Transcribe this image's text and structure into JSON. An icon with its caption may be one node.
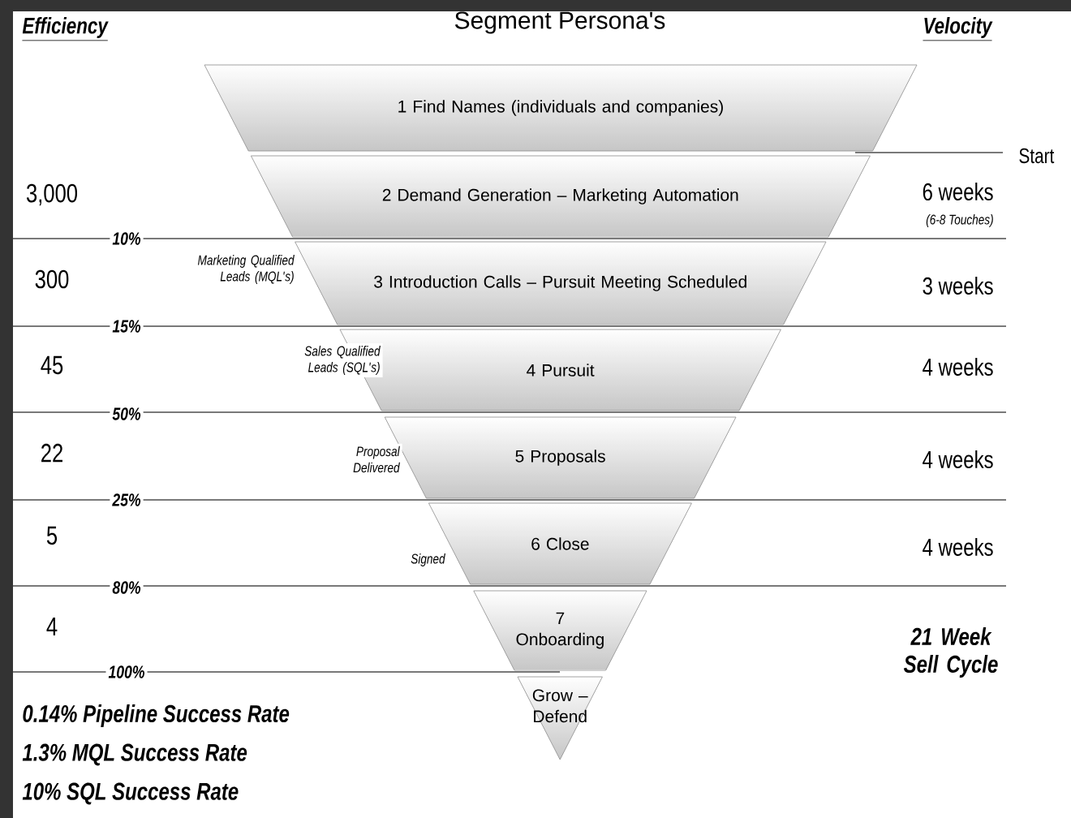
{
  "diagram": {
    "title": "Segment Persona's",
    "nodes": [
      {
        "text": [
          "1 Find Names (individuals and companies)"
        ]
      },
      {
        "text": [
          "2 Demand Generation – Marketing Automation"
        ]
      },
      {
        "text": [
          "3 Introduction Calls – Pursuit Meeting Scheduled"
        ]
      },
      {
        "text": [
          "4 Pursuit"
        ]
      },
      {
        "text": [
          "5 Proposals"
        ]
      },
      {
        "text": [
          "6 Close"
        ]
      },
      {
        "text": [
          "7 Onboarding"
        ]
      },
      {
        "text": [
          "Grow – Defend"
        ]
      }
    ],
    "labels": [
      "Efficiency",
      "Velocity",
      "3,000",
      "6 weeks",
      "(6-8 Touches)",
      "Start",
      "10%",
      "300",
      "Marketing Qualified Leads (MQL's)",
      "3 weeks",
      "15%",
      "45",
      "Sales Qualified Leads (SQL's)",
      "4 weeks",
      "50%",
      "22",
      "Proposal Delivered",
      "4 weeks",
      "25%",
      "5",
      "Signed",
      "4 weeks",
      "80%",
      "4",
      "21 Week Sell Cycle",
      "100%",
      "0.14% Pipeline Success Rate",
      "1.3% MQL Success Rate",
      "10% SQL Success Rate"
    ]
  }
}
